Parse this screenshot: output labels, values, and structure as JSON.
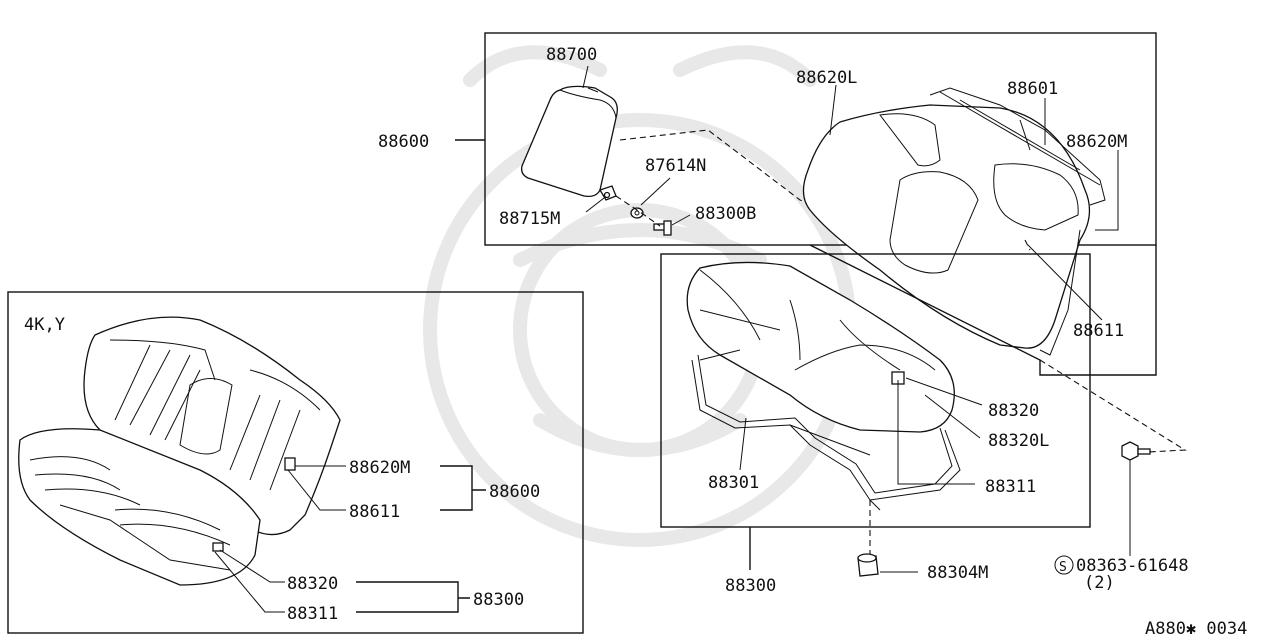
{
  "diagram": {
    "variant_label": "4K,Y",
    "figure_code": "A880✱ 0034",
    "fastener_symbol": "S",
    "fastener_note": "08363-61648",
    "fastener_qty": "(2)",
    "parts": {
      "armrest": "88700",
      "seat_back_assy": "88600",
      "back_trim_left": "88620L",
      "back_frame": "88601",
      "back_trim_center": "88620M",
      "bracket": "88715M",
      "nut": "87614N",
      "bolt": "88300B",
      "back_hook": "88611",
      "cushion_trim": "88320",
      "cushion_trim_left": "88320L",
      "cushion_frame": "88301",
      "cushion_hook": "88311",
      "cushion_assy": "88300",
      "clip": "88304M"
    },
    "inset": {
      "back_trim_center": "88620M",
      "back_hook": "88611",
      "seat_back_assy": "88600",
      "cushion_trim": "88320",
      "cushion_hook": "88311",
      "cushion_assy": "88300"
    }
  }
}
